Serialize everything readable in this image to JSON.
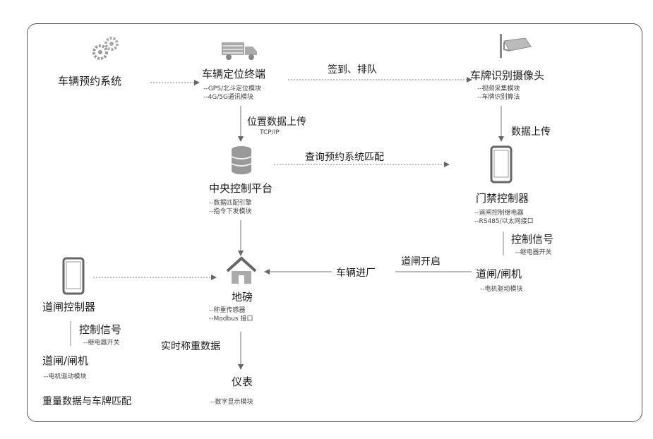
{
  "nodes": {
    "reservation": {
      "title": "车辆预约系统",
      "icon": "gears-icon"
    },
    "gps_terminal": {
      "title": "车辆定位终端",
      "subs": [
        "--GPS/北斗定位模块",
        "--4G/5G通讯模块"
      ],
      "icon": "truck-icon"
    },
    "plate_camera": {
      "title": "车牌识别摄像头",
      "subs": [
        "--视频采集模块",
        "--车牌识别算法"
      ],
      "icon": "camera-icon"
    },
    "central_platform": {
      "title": "中央控制平台",
      "subs": [
        "--数据匹配引擎",
        "--指令下发模块"
      ],
      "icon": "database-icon"
    },
    "access_controller": {
      "title": "门禁控制器",
      "subs": [
        "--道闸控制继电器",
        "--RS485/以太网接口"
      ],
      "icon": "tablet-icon"
    },
    "right_signal": {
      "title": "控制信号",
      "subs": [
        "--继电器开关"
      ]
    },
    "right_gate": {
      "title": "道闸/闸机",
      "subs": [
        "--电机驱动模块"
      ]
    },
    "weighbridge": {
      "title": "地磅",
      "subs": [
        "--称重传感器",
        "--Modbus 接口"
      ],
      "icon": "weighbridge-house-icon"
    },
    "left_controller": {
      "title": "道闸控制器",
      "icon": "tablet-icon"
    },
    "left_signal": {
      "title": "控制信号",
      "subs": [
        "--继电器开关"
      ]
    },
    "left_gate": {
      "title": "道闸/闸机",
      "subs": [
        "--电机驱动模块"
      ]
    },
    "meter": {
      "title": "仪表",
      "subs": [
        "--数字显示模块"
      ]
    }
  },
  "edges": {
    "checkin_queue": "签到、排队",
    "position_upload": "位置数据上传",
    "tcp_ip": "TCP/IP",
    "query_match": "查询预约系统匹配",
    "data_upload": "数据上传",
    "gate_open": "道闸开启",
    "vehicle_enter": "车辆进厂",
    "realtime_weight": "实时称重数据"
  },
  "footer": "重量数据与车牌匹配",
  "colors": {
    "line": "#666666",
    "text": "#1a1a1a",
    "border": "#555555"
  }
}
